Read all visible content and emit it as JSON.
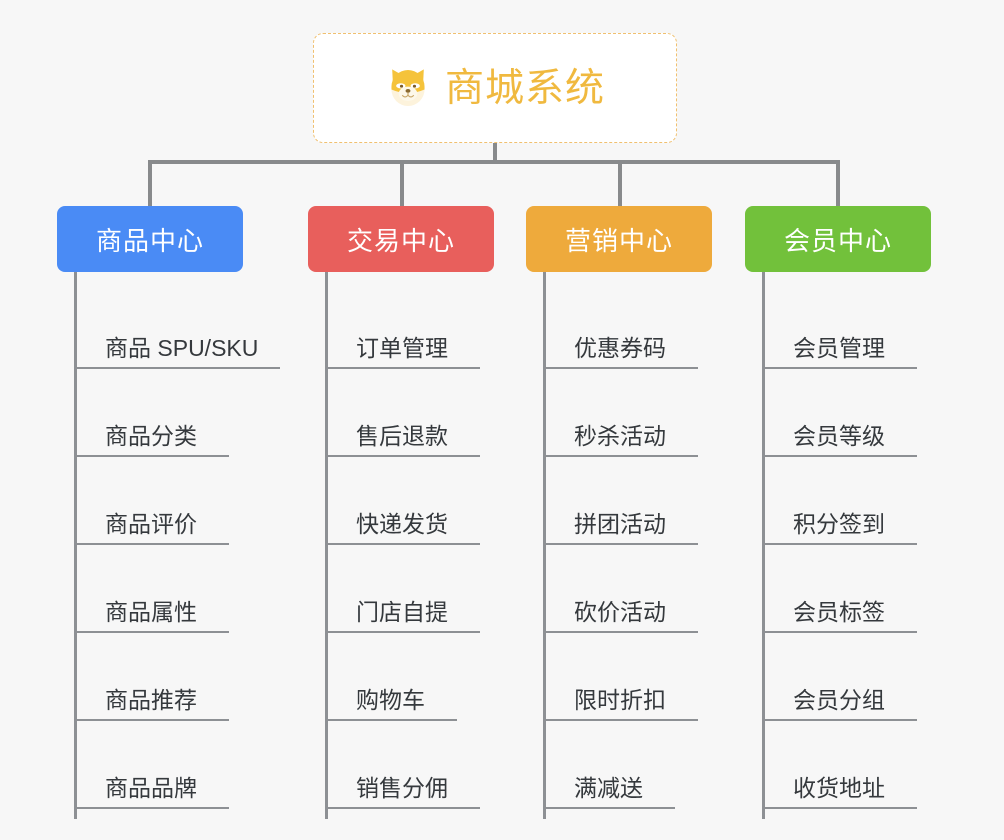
{
  "diagram": {
    "title": "商城系统",
    "root_icon": "shiba-dog-icon",
    "background_color": "#f7f7f7",
    "root": {
      "label": "商城系统",
      "border_color": "#f0c070",
      "text_color": "#f0b93f",
      "fill_color": "#ffffff"
    },
    "connector_color": "#888a8c",
    "leaf_line_color": "#8d9094",
    "leaf_text_color": "#35393d",
    "categories": [
      {
        "label": "商品中心",
        "color": "#4a8bf5",
        "items": [
          "商品 SPU/SKU",
          "商品分类",
          "商品评价",
          "商品属性",
          "商品推荐",
          "商品品牌"
        ]
      },
      {
        "label": "交易中心",
        "color": "#e85f5c",
        "items": [
          "订单管理",
          "售后退款",
          "快递发货",
          "门店自提",
          "购物车",
          "销售分佣"
        ]
      },
      {
        "label": "营销中心",
        "color": "#eeaa3c",
        "items": [
          "优惠券码",
          "秒杀活动",
          "拼团活动",
          "砍价活动",
          "限时折扣",
          "满减送"
        ]
      },
      {
        "label": "会员中心",
        "color": "#72c13b",
        "items": [
          "会员管理",
          "会员等级",
          "积分签到",
          "会员标签",
          "会员分组",
          "收货地址"
        ]
      }
    ]
  }
}
